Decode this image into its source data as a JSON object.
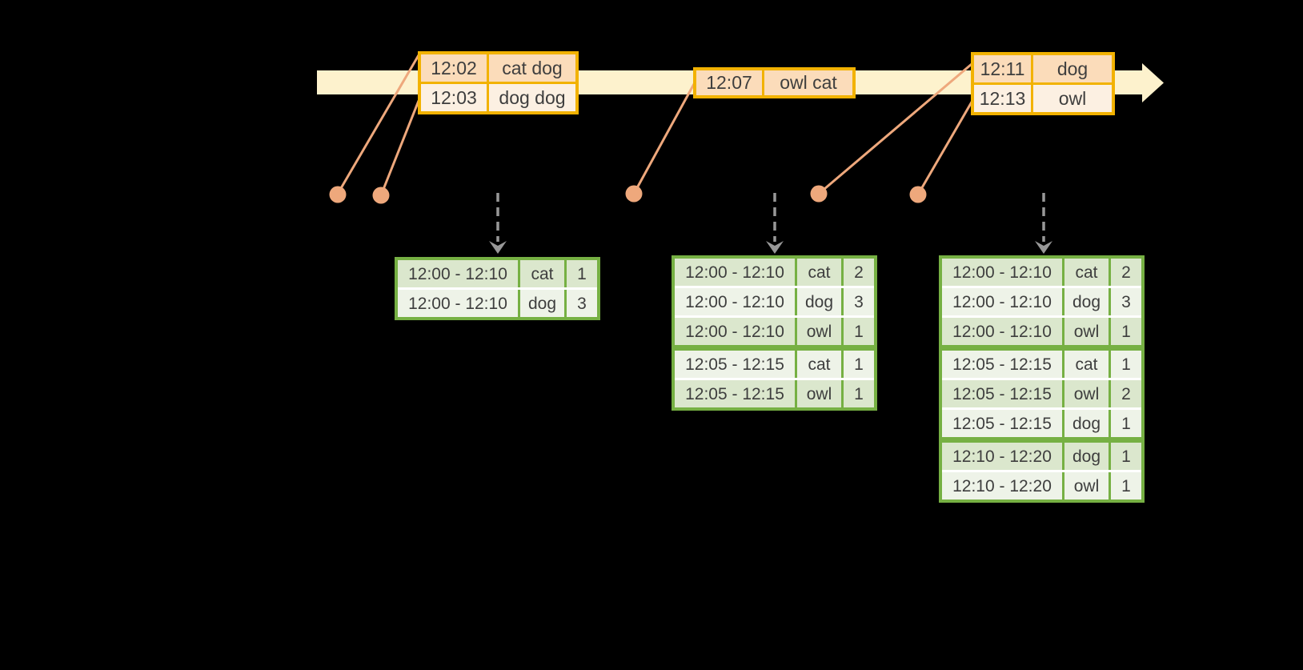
{
  "colors": {
    "background": "#000000",
    "timeline_fill": "#fdf2cd",
    "event_table_border": "#f2b200",
    "event_row_bg": "#fbdcba",
    "event_row_alt_bg": "#fcf0e2",
    "connector_salmon": "#eea87c",
    "trigger_arrow_gray": "#989898",
    "result_table_border": "#76b043",
    "result_row_bg": "#dbe7cd",
    "result_row_alt_bg": "#eef3e8",
    "text": "#3e3e3e"
  },
  "event_tables": [
    {
      "rows": [
        {
          "time": "12:02",
          "words": "cat dog"
        },
        {
          "time": "12:03",
          "words": "dog dog"
        }
      ]
    },
    {
      "rows": [
        {
          "time": "12:07",
          "words": "owl cat"
        }
      ]
    },
    {
      "rows": [
        {
          "time": "12:11",
          "words": "dog"
        },
        {
          "time": "12:13",
          "words": "owl"
        }
      ]
    }
  ],
  "result_tables": [
    {
      "rows": [
        {
          "window": "12:00 - 12:10",
          "word": "cat",
          "count": "1"
        },
        {
          "window": "12:00 - 12:10",
          "word": "dog",
          "count": "3"
        }
      ]
    },
    {
      "rows": [
        {
          "window": "12:00 - 12:10",
          "word": "cat",
          "count": "2"
        },
        {
          "window": "12:00 - 12:10",
          "word": "dog",
          "count": "3"
        },
        {
          "window": "12:00 - 12:10",
          "word": "owl",
          "count": "1"
        },
        {
          "window": "12:05 - 12:15",
          "word": "cat",
          "count": "1"
        },
        {
          "window": "12:05 - 12:15",
          "word": "owl",
          "count": "1"
        }
      ]
    },
    {
      "rows": [
        {
          "window": "12:00 - 12:10",
          "word": "cat",
          "count": "2"
        },
        {
          "window": "12:00 - 12:10",
          "word": "dog",
          "count": "3"
        },
        {
          "window": "12:00 - 12:10",
          "word": "owl",
          "count": "1"
        },
        {
          "window": "12:05 - 12:15",
          "word": "cat",
          "count": "1"
        },
        {
          "window": "12:05 - 12:15",
          "word": "owl",
          "count": "2"
        },
        {
          "window": "12:05 - 12:15",
          "word": "dog",
          "count": "1"
        },
        {
          "window": "12:10 - 12:20",
          "word": "dog",
          "count": "1"
        },
        {
          "window": "12:10 - 12:20",
          "word": "owl",
          "count": "1"
        }
      ]
    }
  ]
}
